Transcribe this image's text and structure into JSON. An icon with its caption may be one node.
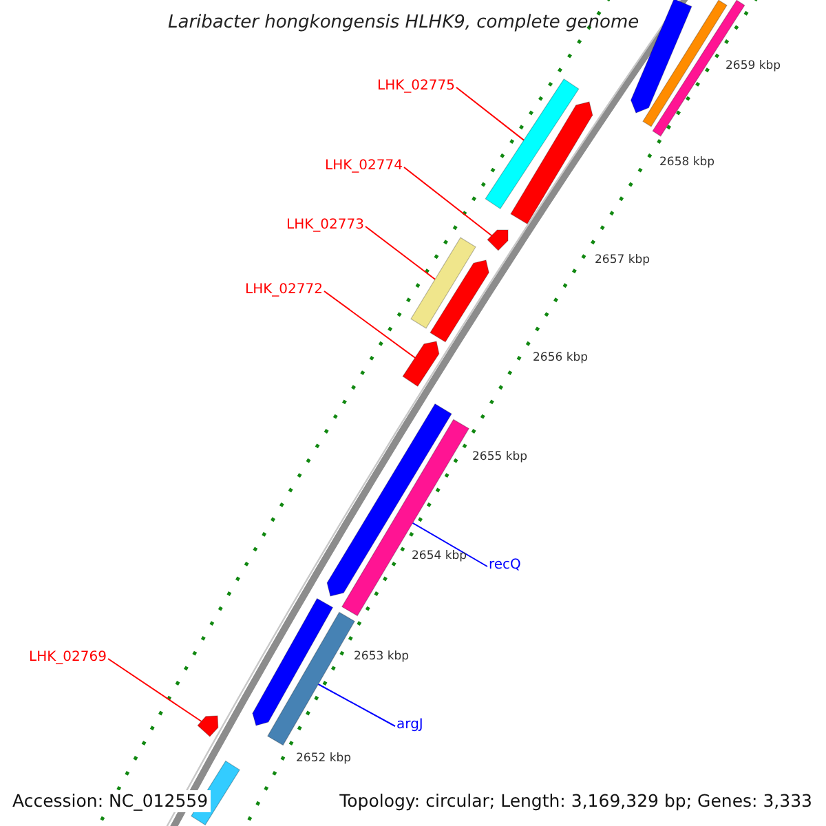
{
  "diagram": {
    "title": "Laribacter hongkongensis HLHK9, complete genome",
    "nodes": [
      {
        "text": [
          "LHK_02775"
        ]
      },
      {
        "text": [],
        "shape": "bar"
      },
      {
        "text": [
          "LHK_02774"
        ]
      },
      {
        "text": [],
        "shape": "bar"
      },
      {
        "text": [
          "LHK_02773"
        ]
      },
      {
        "text": [],
        "shape": "bar"
      },
      {
        "text": [
          "LHK_02772"
        ]
      },
      {
        "text": [],
        "shape": "bar"
      },
      {
        "text": [
          "recQ"
        ]
      },
      {
        "text": [],
        "shape": "bar"
      },
      {
        "text": [
          "LHK_02769"
        ]
      },
      {
        "text": [],
        "shape": "bar"
      },
      {
        "text": [
          "argJ"
        ]
      },
      {
        "text": [],
        "shape": "bar"
      },
      {
        "text": [],
        "shape": "bar"
      },
      {
        "text": [],
        "shape": "bar"
      },
      {
        "text": [],
        "shape": "bar"
      },
      {
        "text": [],
        "shape": "bar"
      },
      {
        "text": [],
        "shape": "bar"
      },
      {
        "text": [],
        "shape": "bar"
      },
      {
        "text": [],
        "shape": "bar"
      },
      {
        "text": [],
        "shape": "bar"
      }
    ],
    "edges": [
      {
        "from": 0,
        "to": 1,
        "arrow": "none"
      },
      {
        "from": 2,
        "to": 3,
        "arrow": "none"
      },
      {
        "from": 4,
        "to": 5,
        "arrow": "none"
      },
      {
        "from": 6,
        "to": 7,
        "arrow": "none"
      },
      {
        "from": 8,
        "to": 9,
        "arrow": "none",
        "color": "#0000ff"
      },
      {
        "from": 10,
        "to": 11,
        "arrow": "none"
      },
      {
        "from": 12,
        "to": 13,
        "arrow": "none",
        "color": "#0000ff"
      }
    ],
    "labels": [
      "2659 kbp",
      "2658 kbp",
      "2657 kbp",
      "2656 kbp",
      "2655 kbp",
      "2654 kbp",
      "2653 kbp",
      "2652 kbp",
      "Accession: NC_012559",
      "Topology: circular; Length: 3,169,329 bp; Genes: 3,333"
    ]
  }
}
